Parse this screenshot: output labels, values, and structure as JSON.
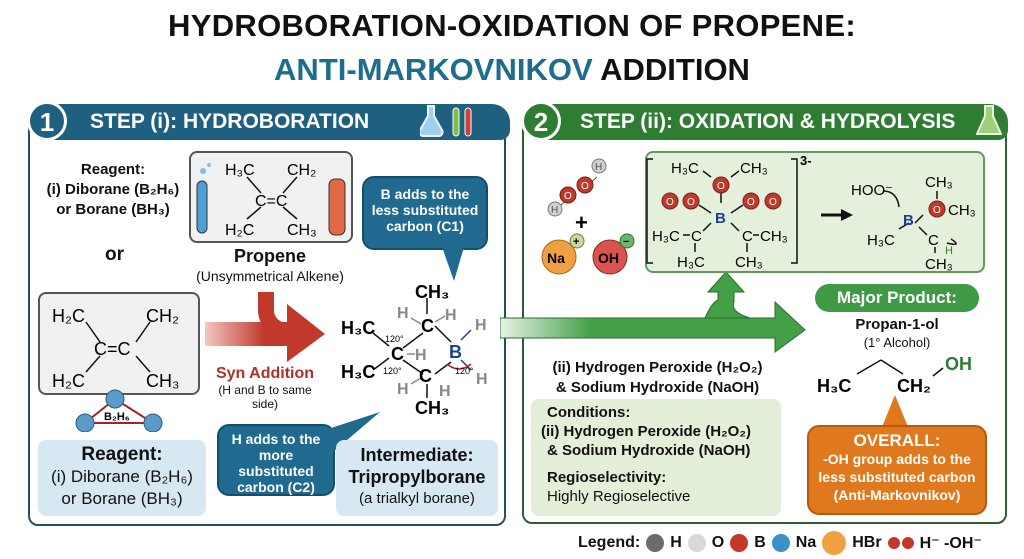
{
  "title": {
    "line1": "HYDROBORATION-OXIDATION OF PROPENE:",
    "line2_accent": "ANTI-MARKOVNIKOV",
    "line2_rest": "ADDITION"
  },
  "colors": {
    "step1": "#1f5f7f",
    "step2": "#2e7d32",
    "accent": "#1d6d8c",
    "red_arrow": "#c0392b",
    "orange": "#e0781e"
  },
  "step1": {
    "number": "1",
    "header": "STEP (i): HYDROBORATION",
    "header_icons": [
      "flask-icon",
      "test-tube-icon"
    ],
    "reagent_top": {
      "label": "Reagent:",
      "line1": "(i) Diborane (B₂H₆)",
      "line2": "or Borane (BH₃)"
    },
    "or": "or",
    "propene": {
      "atoms": [
        "H₃C",
        "CH₂",
        "C=C",
        "H₂C",
        "CH₃"
      ],
      "name": "Propene",
      "note": "(Unsymmetrical Alkene)"
    },
    "alkene_box": {
      "atoms": [
        "H₂C",
        "CH₂",
        "C=C",
        "H₂C",
        "CH₃"
      ],
      "diborane": "B₂H₆"
    },
    "callout_b": "B adds to the less substituted carbon (C1)",
    "syn": {
      "label": "Syn Addition",
      "note": "(H and B to same side)"
    },
    "callout_h": "H adds to the more substituted carbon (C2)",
    "intermediate_molecule": {
      "atoms": [
        "CH₃",
        "H",
        "H",
        "H₃C",
        "C",
        "C",
        "H",
        "B",
        "H",
        "H",
        "H₃C",
        "C",
        "H",
        "H",
        "CH₃"
      ],
      "angle": "120°"
    },
    "intermediate": {
      "label": "Intermediate:",
      "name": "Tripropylborane",
      "note": "(a trialkyl borane)"
    },
    "reagent_bottom": {
      "label": "Reagent:",
      "line1": "(i) Diborane (B₂H₆)",
      "line2": "or Borane (BH₃)"
    }
  },
  "step2": {
    "number": "2",
    "header": "STEP (ii): OXIDATION & HYDROLYSIS",
    "header_icon": "flask-icon",
    "peroxide": {
      "atoms": [
        "H",
        "O",
        "O",
        "H"
      ],
      "plus": "+",
      "na": "Na",
      "na_charge": "+",
      "oh": "OH",
      "oh_charge": "−"
    },
    "complex": {
      "charge": "3-",
      "atoms": [
        "H₃C",
        "CH₃",
        "O",
        "O",
        "O",
        "B",
        "O",
        "O",
        "H₃C",
        "C",
        "C",
        "CH₃",
        "H₃C",
        "CH₃"
      ]
    },
    "migration": {
      "atoms": [
        "HOO⁻",
        "CH₃",
        "O",
        "CH₃",
        "B",
        "H₃C",
        "C",
        "H",
        "CH₃"
      ]
    },
    "reagent_text": {
      "line1": "(ii) Hydrogen Peroxide (H₂O₂)",
      "line2": "& Sodium Hydroxide (NaOH)"
    },
    "conditions": {
      "label": "Conditions:",
      "line1": "(ii) Hydrogen Peroxide (H₂O₂)",
      "line2": "& Sodium Hydroxide (NaOH)",
      "regio_label": "Regioselectivity:",
      "regio_value": "Highly Regioselective"
    },
    "product": {
      "badge": "Major Product:",
      "name": "Propan-1-ol",
      "note": "(1° Alcohol)",
      "atoms": [
        "H₃C",
        "CH₂",
        "OH"
      ]
    },
    "overall": {
      "label": "OVERALL:",
      "line1": "-OH group adds to the",
      "line2": "less substituted carbon",
      "line3": "(Anti-Markovnikov)"
    }
  },
  "legend": {
    "label": "Legend:",
    "items": [
      {
        "label": "H",
        "color": "#6b6b6b"
      },
      {
        "label": "O",
        "color": "#d8d8d8"
      },
      {
        "label": "B",
        "color": "#c0392b"
      },
      {
        "label": "Na",
        "color": "#3d8fc7"
      },
      {
        "label": "HBr",
        "color": "#f0a040"
      },
      {
        "label": "H⁻ -OH⁻",
        "color": "#c0392b"
      }
    ]
  }
}
